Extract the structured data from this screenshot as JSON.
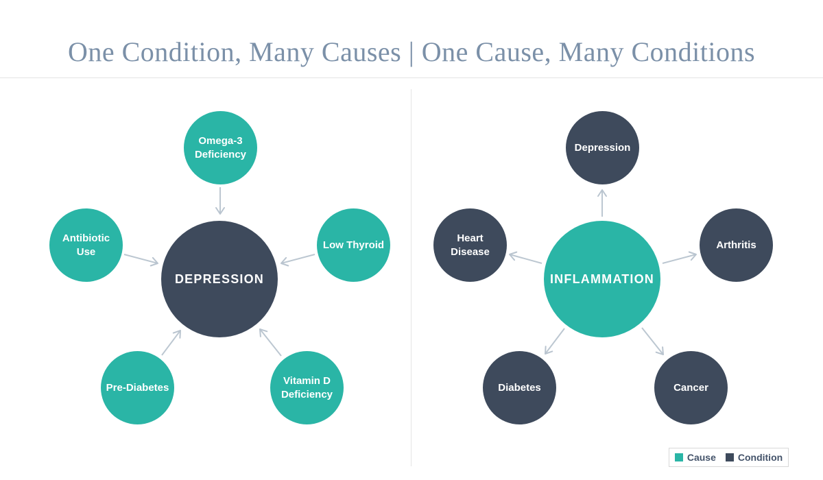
{
  "title": "One Condition, Many Causes | One Cause, Many Conditions",
  "colors": {
    "cause": "#2ab5a6",
    "condition": "#3e4a5c",
    "arrow": "#b9c4cf",
    "title_text": "#7b90a8",
    "divider": "#e4e4e4"
  },
  "left_diagram": {
    "description": "one condition, many causes",
    "arrow_direction": "inward",
    "hub": {
      "label": "DEPRESSION",
      "type": "condition"
    },
    "nodes": [
      {
        "label": "Omega-3 Deficiency",
        "type": "cause"
      },
      {
        "label": "Low Thyroid",
        "type": "cause"
      },
      {
        "label": "Vitamin D Deficiency",
        "type": "cause"
      },
      {
        "label": "Pre-Diabetes",
        "type": "cause"
      },
      {
        "label": "Antibiotic Use",
        "type": "cause"
      }
    ]
  },
  "right_diagram": {
    "description": "one cause, many conditions",
    "arrow_direction": "outward",
    "hub": {
      "label": "INFLAMMATION",
      "type": "cause"
    },
    "nodes": [
      {
        "label": "Depression",
        "type": "condition"
      },
      {
        "label": "Arthritis",
        "type": "condition"
      },
      {
        "label": "Cancer",
        "type": "condition"
      },
      {
        "label": "Diabetes",
        "type": "condition"
      },
      {
        "label": "Heart Disease",
        "type": "condition"
      }
    ]
  },
  "legend": {
    "items": [
      {
        "label": "Cause",
        "color": "#2ab5a6"
      },
      {
        "label": "Condition",
        "color": "#3e4a5c"
      }
    ]
  }
}
